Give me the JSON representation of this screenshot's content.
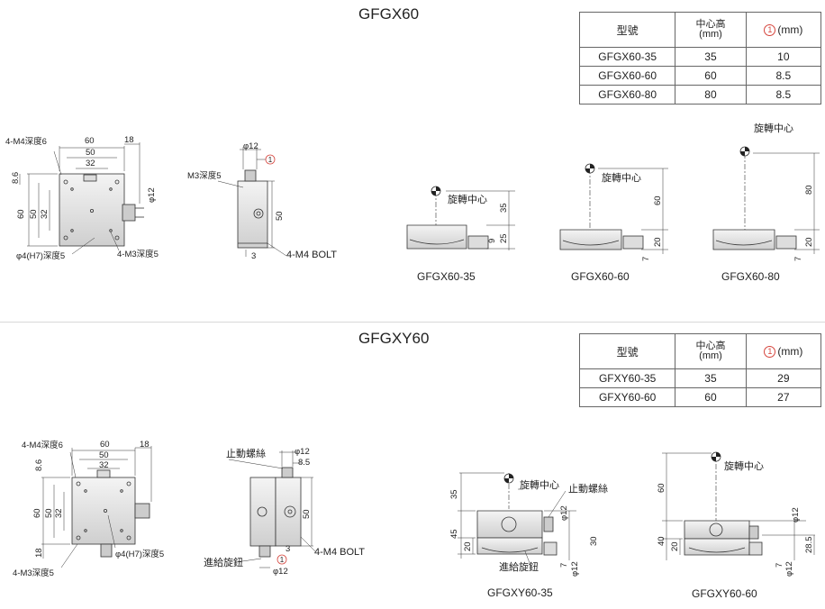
{
  "sections": [
    {
      "title": "GFGX60",
      "table": {
        "headers": [
          "型號",
          "中心高",
          "(mm)",
          "1",
          "(mm)"
        ],
        "rows": [
          [
            "GFGX60-35",
            "35",
            "10"
          ],
          [
            "GFGX60-60",
            "60",
            "8.5"
          ],
          [
            "GFGX60-80",
            "80",
            "8.5"
          ]
        ]
      },
      "drawing_labels": {
        "holes_top": "4-M4深度6",
        "w60": "60",
        "w50": "50",
        "w32": "32",
        "w18": "18",
        "h8_6": "8.6",
        "h60": "60",
        "h50": "50",
        "h32": "32",
        "phi12_side": "φ12",
        "pin": "φ4(H7)深度5",
        "m3": "4-M3深度5",
        "side_phi12": "φ12",
        "side_m3": "M3深度5",
        "side_h50": "50",
        "side_3": "3",
        "bolt": "4-M4 BOLT",
        "rot": "旋轉中心",
        "v35": "35",
        "v25": "25",
        "v9": "9",
        "v60": "60",
        "v20": "20",
        "v7": "7",
        "v80": "80",
        "v20b": "20",
        "v7b": "7"
      },
      "models": [
        "GFGX60-35",
        "GFGX60-60",
        "GFGX60-80"
      ]
    },
    {
      "title": "GFGXY60",
      "table": {
        "headers": [
          "型號",
          "中心高",
          "(mm)",
          "1",
          "(mm)"
        ],
        "rows": [
          [
            "GFXY60-35",
            "35",
            "29"
          ],
          [
            "GFXY60-60",
            "60",
            "27"
          ]
        ]
      },
      "drawing_labels": {
        "holes_top": "4-M4深度6",
        "w60": "60",
        "w50": "50",
        "w32": "32",
        "w18": "18",
        "h8_6": "8.6",
        "h60": "60",
        "h50": "50",
        "h32": "32",
        "h18": "18",
        "pin": "φ4(H7)深度5",
        "m3": "4-M3深度5",
        "lock": "止動螺絲",
        "side_phi12": "φ12",
        "side_8_5": "8.5",
        "side_h50": "50",
        "side_3": "3",
        "bolt": "4-M4 BOLT",
        "feed": "進給旋鈕",
        "side_phi12b": "φ12",
        "rot": "旋轉中心",
        "lock2": "止動螺絲",
        "feed2": "進給旋鈕",
        "a35": "35",
        "a45": "45",
        "a20": "20",
        "a30": "30",
        "a7": "7",
        "a_phi12": "φ12",
        "a_phi12b": "φ12",
        "b60": "60",
        "b40": "40",
        "b20": "20",
        "b28_5": "28.5",
        "b7": "7",
        "b_phi12": "φ12",
        "b_phi12b": "φ12"
      },
      "models": [
        "GFGXY60-35",
        "GFGXY60-60"
      ]
    }
  ],
  "colors": {
    "accent": "#d6453d",
    "line": "#333333",
    "body": "#e9e9e9"
  }
}
